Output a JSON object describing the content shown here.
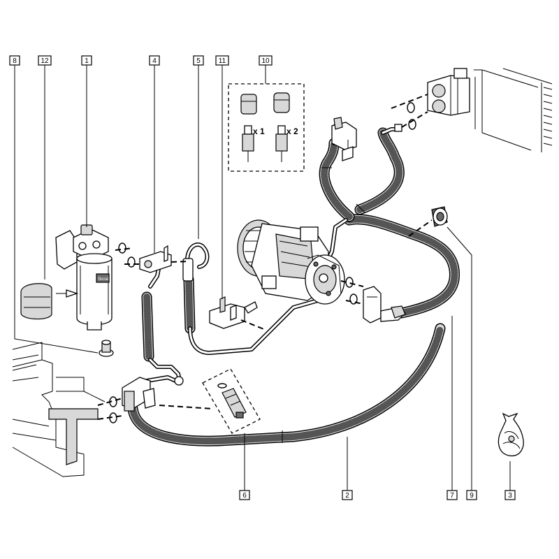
{
  "callouts": [
    {
      "id": "8",
      "label": "8"
    },
    {
      "id": "12",
      "label": "12"
    },
    {
      "id": "1",
      "label": "1"
    },
    {
      "id": "4",
      "label": "4"
    },
    {
      "id": "5",
      "label": "5"
    },
    {
      "id": "11",
      "label": "11"
    },
    {
      "id": "10",
      "label": "10"
    },
    {
      "id": "6",
      "label": "6"
    },
    {
      "id": "2",
      "label": "2"
    },
    {
      "id": "7",
      "label": "7"
    },
    {
      "id": "9",
      "label": "9"
    },
    {
      "id": "3",
      "label": "3"
    }
  ],
  "valve_kit": {
    "qty_left": "x 1",
    "qty_right": "x 2"
  },
  "receiver_drier_label": "Sicral"
}
